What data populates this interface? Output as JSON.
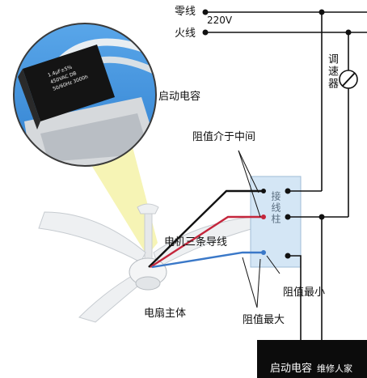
{
  "labels": {
    "neutral_line": "零线",
    "voltage": "220V",
    "live_line": "火线",
    "speed_controller": "调速器",
    "start_capacitor": "启动电容",
    "resistance_middle": "阻值介于中间",
    "terminal_post": "接线柱",
    "motor_three_wires": "电机三条导线",
    "resistance_min": "阻值最小",
    "fan_body": "电扇主体",
    "resistance_max": "阻值最大",
    "bottom_box_label": "启动电容",
    "watermark": "维修人家"
  },
  "capacitor_markings": {
    "line1": "1.4µF±5%",
    "line2": "450VAC DB",
    "line3": "50/60Hz 3000h"
  },
  "colors": {
    "wire_black": "#111111",
    "wire_red": "#c4263c",
    "wire_blue": "#3a78c8",
    "terminal_box": "#d4e6f5",
    "highlight_beam": "#f4f2a8",
    "inset_sky": "#3b8fd9",
    "bottom_box": "#0c0c0c",
    "fan_white": "#eef0f2"
  }
}
